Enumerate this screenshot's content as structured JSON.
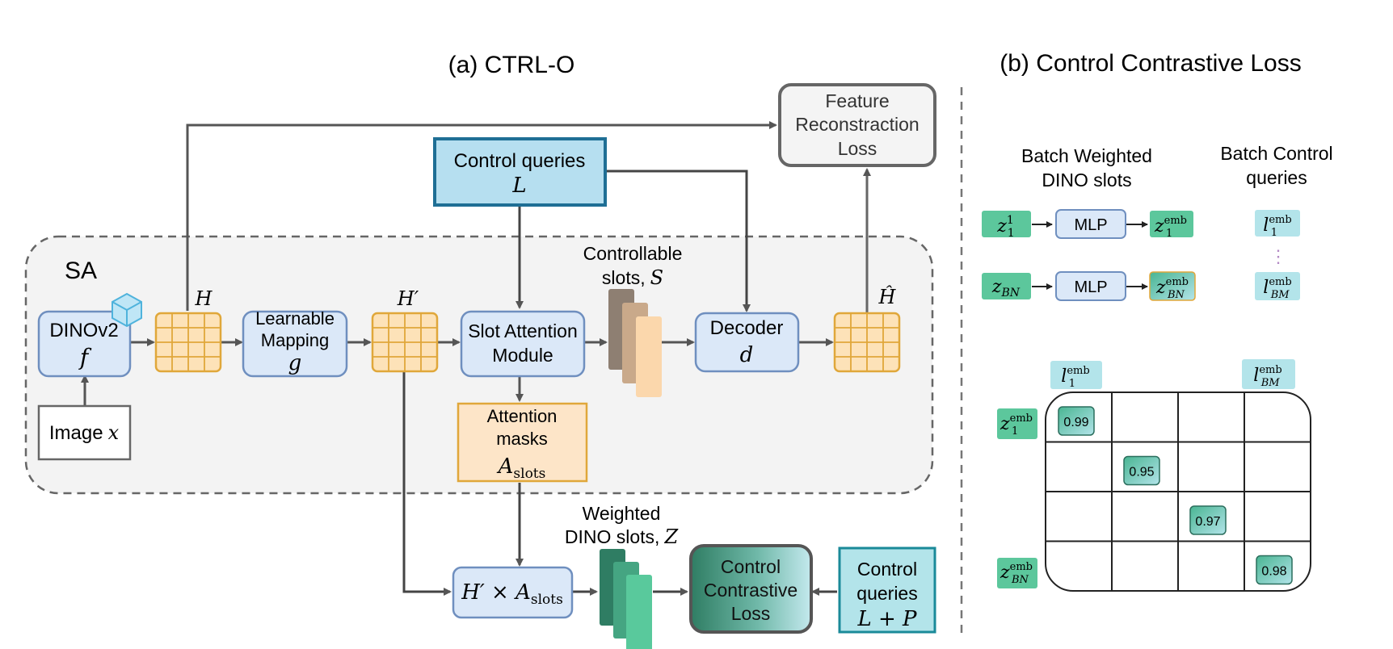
{
  "titles": {
    "a": "(a) CTRL-O",
    "b": "(b) Control Contrastive Loss"
  },
  "sa": {
    "label": "SA"
  },
  "boxes": {
    "dino": {
      "line1": "DINOv2",
      "symbol": "f"
    },
    "image": {
      "label": "Image",
      "symbol": "x"
    },
    "mapping": {
      "line1": "Learnable",
      "line2": "Mapping",
      "symbol": "g"
    },
    "slot_attention": {
      "line1": "Slot Attention",
      "line2": "Module"
    },
    "decoder": {
      "line1": "Decoder",
      "symbol": "d"
    },
    "control_queries_top": {
      "line1": "Control queries",
      "symbol": "L"
    },
    "feature_recon": {
      "line1": "Feature",
      "line2": "Reconstraction",
      "line3": "Loss"
    },
    "attention_masks": {
      "line1": "Attention",
      "line2": "masks",
      "symbol": "A",
      "subscript": "slots"
    },
    "product": {
      "symbol1": "H′ × A",
      "subscript": "slots"
    },
    "contrastive_loss": {
      "line1": "Control",
      "line2": "Contrastive",
      "line3": "Loss"
    },
    "control_queries_bottom": {
      "line1": "Control",
      "line2": "queries",
      "symbol": "L + P"
    }
  },
  "grid_labels": {
    "h": "H",
    "h_prime": "H′",
    "h_hat": "Ĥ"
  },
  "labels": {
    "controllable_slots_line1": "Controllable",
    "controllable_slots_line2": "slots,",
    "controllable_slots_symbol": "S",
    "weighted_slots_line1": "Weighted",
    "weighted_slots_line2": "DINO  slots,",
    "weighted_slots_symbol": "Z"
  },
  "panel_b": {
    "batch_slots_line1": "Batch Weighted",
    "batch_slots_line2": "DINO slots",
    "batch_queries_line1": "Batch Control",
    "batch_queries_line2": "queries",
    "mlp": "MLP",
    "z_first": "z",
    "z_first_sub": "1",
    "z_first_sup": "1",
    "z_last": "z",
    "z_last_sub": "BN",
    "emb": "emb",
    "l": "l",
    "l_first_sub": "1",
    "l_last_sub": "BM",
    "dots": "⋮",
    "diagonal": [
      "0.99",
      "0.95",
      "0.97",
      "0.98"
    ]
  },
  "colors": {
    "blue_fill": "#dbe8f8",
    "blue_stroke": "#6f8fbf",
    "orange_fill": "#fde5c8",
    "orange_stroke": "#e0a73a",
    "grid_fill": "#fde2b8",
    "teal_fill": "#b3e4ea",
    "teal_stroke": "#1a8a99",
    "green_dark": "#2f7d63",
    "green_light": "#6fcfa8",
    "sa_fill": "#f3f3f3",
    "arrow": "#555555"
  }
}
